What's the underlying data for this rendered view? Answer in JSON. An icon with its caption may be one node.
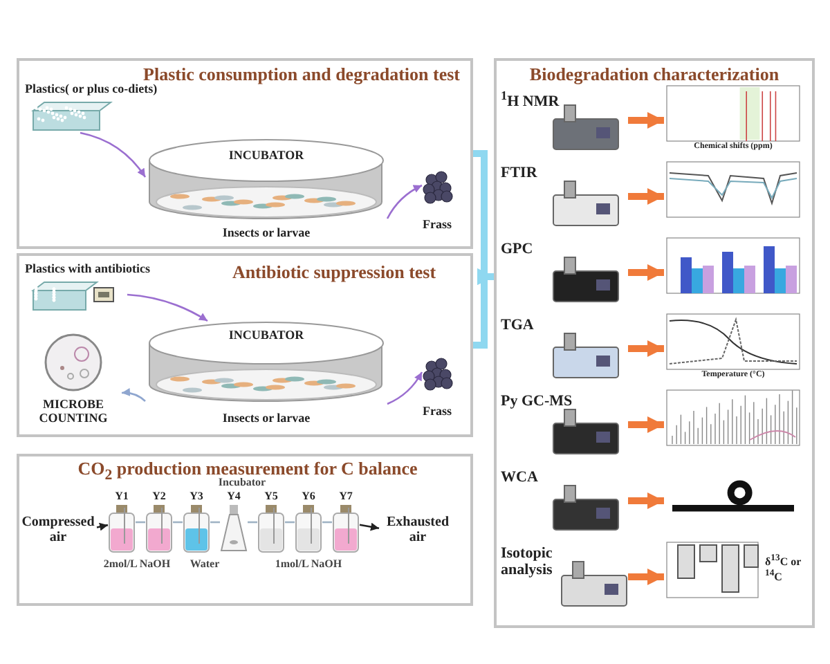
{
  "diagram": {
    "nodes": [
      {
        "text": [
          "Plastic consumption and degradation test"
        ]
      },
      {
        "text": [
          "Plastics( or plus co-diets)"
        ],
        "in": 0
      },
      {
        "text": [
          "INCUBATOR",
          "Insects or larvae"
        ],
        "in": 0
      },
      {
        "text": [
          "Frass"
        ],
        "in": 0
      },
      {
        "text": [
          "Antibiotic suppression test"
        ]
      },
      {
        "text": [
          "Plastics with antibiotics"
        ],
        "in": 4
      },
      {
        "text": [
          "INCUBATOR",
          "Insects or larvae"
        ],
        "in": 4
      },
      {
        "text": [
          "Frass"
        ],
        "in": 4
      },
      {
        "text": [
          "MICROBE COUNTING"
        ],
        "in": 4
      },
      {
        "text": [
          "CO$_{2}$ production measurement for C balance"
        ]
      },
      {
        "text": [
          "Compressed air"
        ],
        "in": 9
      },
      {
        "text": [
          "Y1"
        ],
        "in": 9
      },
      {
        "text": [
          "Y2"
        ],
        "in": 9
      },
      {
        "text": [
          "Y3"
        ],
        "in": 9
      },
      {
        "text": [
          "Y4"
        ],
        "in": 9
      },
      {
        "text": [
          "Y5"
        ],
        "in": 9
      },
      {
        "text": [
          "Y6"
        ],
        "in": 9
      },
      {
        "text": [
          "Y7"
        ],
        "in": 9
      },
      {
        "text": [
          "Exhausted air"
        ],
        "in": 9
      },
      {
        "text": [
          "Biodegradation characterization"
        ]
      },
      {
        "text": [
          "$^{1}$H NMR"
        ],
        "in": 19
      },
      {
        "text": [
          "Chemical shifts (ppm)"
        ],
        "in": 19
      },
      {
        "text": [
          "FTIR"
        ],
        "in": 19
      },
      {
        "text": [],
        "shape": "picture",
        "in": 19
      },
      {
        "text": [
          "GPC"
        ],
        "in": 19
      },
      {
        "text": [],
        "shape": "picture",
        "in": 19
      },
      {
        "text": [
          "TGA"
        ],
        "in": 19
      },
      {
        "text": [
          "Temperature (°C)"
        ],
        "in": 19
      },
      {
        "text": [
          "Py GC-MS"
        ],
        "in": 19
      },
      {
        "text": [],
        "shape": "picture",
        "in": 19
      },
      {
        "text": [
          "WCA"
        ],
        "in": 19
      },
      {
        "text": [],
        "shape": "picture",
        "in": 19
      },
      {
        "text": [
          "Isotopic analysis"
        ],
        "in": 19
      },
      {
        "text": [],
        "shape": "picture",
        "in": 19,
        "beside": [
          "δ$^{13}$C or $^{14}$C"
        ]
      }
    ],
    "edges": [
      {
        "from": 1,
        "to": 2,
        "arrow": "to",
        "color": "#9b6fd0"
      },
      {
        "from": 2,
        "to": 3,
        "arrow": "to",
        "color": "#9b6fd0"
      },
      {
        "from": 5,
        "to": 6,
        "arrow": "to",
        "color": "#9b6fd0"
      },
      {
        "from": 6,
        "to": 7,
        "arrow": "to",
        "color": "#9b6fd0"
      },
      {
        "from": 6,
        "to": 8,
        "arrow": "to",
        "color": "#8fa6cf"
      },
      {
        "from": 10,
        "to": 11,
        "arrow": "to",
        "color": "#222222"
      },
      {
        "from": 11,
        "to": 12,
        "arrow": "none",
        "color": "#9fb3c4"
      },
      {
        "from": 12,
        "to": 13,
        "arrow": "none",
        "color": "#9fb3c4"
      },
      {
        "from": 13,
        "to": 14,
        "arrow": "none",
        "color": "#9fb3c4"
      },
      {
        "from": 14,
        "to": 15,
        "arrow": "none",
        "color": "#9fb3c4"
      },
      {
        "from": 15,
        "to": 16,
        "arrow": "none",
        "color": "#9fb3c4"
      },
      {
        "from": 16,
        "to": 17,
        "arrow": "none",
        "color": "#9fb3c4"
      },
      {
        "from": 17,
        "to": 18,
        "arrow": "to",
        "color": "#222222"
      },
      {
        "from": 0,
        "to": 19,
        "arrow": "to",
        "style": "thick",
        "color": "#8fd8f0"
      },
      {
        "from": 4,
        "to": 19,
        "arrow": "to",
        "style": "thick",
        "color": "#8fd8f0"
      },
      {
        "from": 20,
        "to": 21,
        "arrow": "to",
        "style": "thick",
        "color": "#f07a3a"
      },
      {
        "from": 22,
        "to": 23,
        "arrow": "to",
        "style": "thick",
        "color": "#f07a3a"
      },
      {
        "from": 24,
        "to": 25,
        "arrow": "to",
        "style": "thick",
        "color": "#f07a3a"
      },
      {
        "from": 26,
        "to": 27,
        "arrow": "to",
        "style": "thick",
        "color": "#f07a3a"
      },
      {
        "from": 28,
        "to": 29,
        "arrow": "to",
        "style": "thick",
        "color": "#f07a3a"
      },
      {
        "from": 30,
        "to": 31,
        "arrow": "to",
        "style": "thick",
        "color": "#f07a3a"
      },
      {
        "from": 32,
        "to": 33,
        "arrow": "to",
        "style": "thick",
        "color": "#f07a3a"
      }
    ],
    "labels": [
      "Incubator",
      "2mol/L NaOH",
      "Water",
      "1mol/L NaOH"
    ]
  }
}
